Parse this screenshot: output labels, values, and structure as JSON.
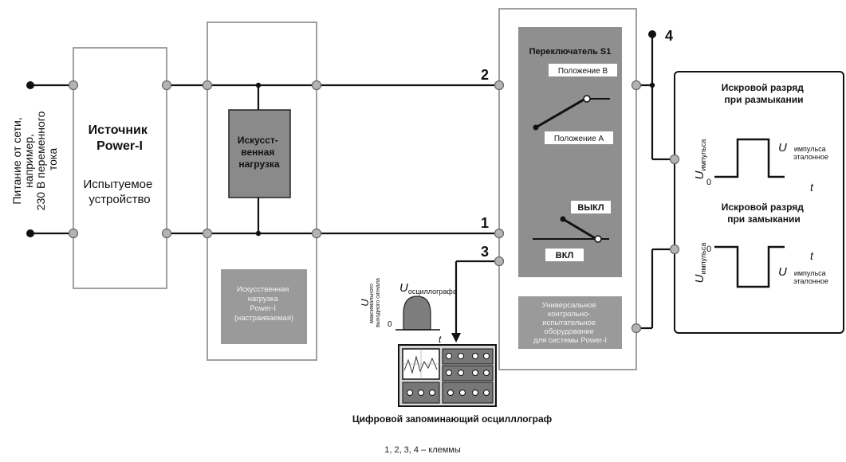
{
  "supply_label": [
    "Питание от сети,",
    "например,",
    "230 В переменного",
    "тока"
  ],
  "source_box": {
    "title": [
      "Источник",
      "Power-I"
    ],
    "subtitle": [
      "Испытуемое",
      "устройство"
    ]
  },
  "artificial_load": [
    "Искусст-",
    "венная",
    "нагрузка"
  ],
  "load_panel_caption": [
    "Искусственная",
    "нагрузка",
    "Power-I",
    "(настраиваемая)"
  ],
  "switch_panel": {
    "title": "Переключатель S1",
    "position_b": "Положение B",
    "position_a": "Положение A",
    "off": "ВЫКЛ",
    "on": "ВКЛ"
  },
  "test_equipment": [
    "Универсальное",
    "контрольно-",
    "испытательное",
    "оборудование",
    "для системы Power-I"
  ],
  "terminals": {
    "t1": "1",
    "t2": "2",
    "t3": "3",
    "t4": "4"
  },
  "waveforms": {
    "open": {
      "title": [
        "Искровой разряд",
        "при размыкании"
      ],
      "y_axis": "U",
      "y_sub": "импульса",
      "ref": "U",
      "ref_sub": [
        "импульса",
        "эталонное"
      ],
      "origin": "0",
      "time": "t"
    },
    "close": {
      "title": [
        "Искровой разряд",
        "при замыкании"
      ],
      "y_axis": "U",
      "y_sub": "импульса",
      "ref": "U",
      "ref_sub": [
        "импульса",
        "эталонное"
      ],
      "origin": "0",
      "time": "t"
    }
  },
  "scope_signal": {
    "y_axis": "U",
    "y_sub": [
      "максимального",
      "выходного сигнала"
    ],
    "label": "U",
    "label_sub": "осциллографа",
    "origin": "0",
    "time": "t"
  },
  "oscilloscope_caption": "Цифровой запоминающий осцилллограф",
  "footnote": "1, 2, 3, 4 –  клеммы"
}
